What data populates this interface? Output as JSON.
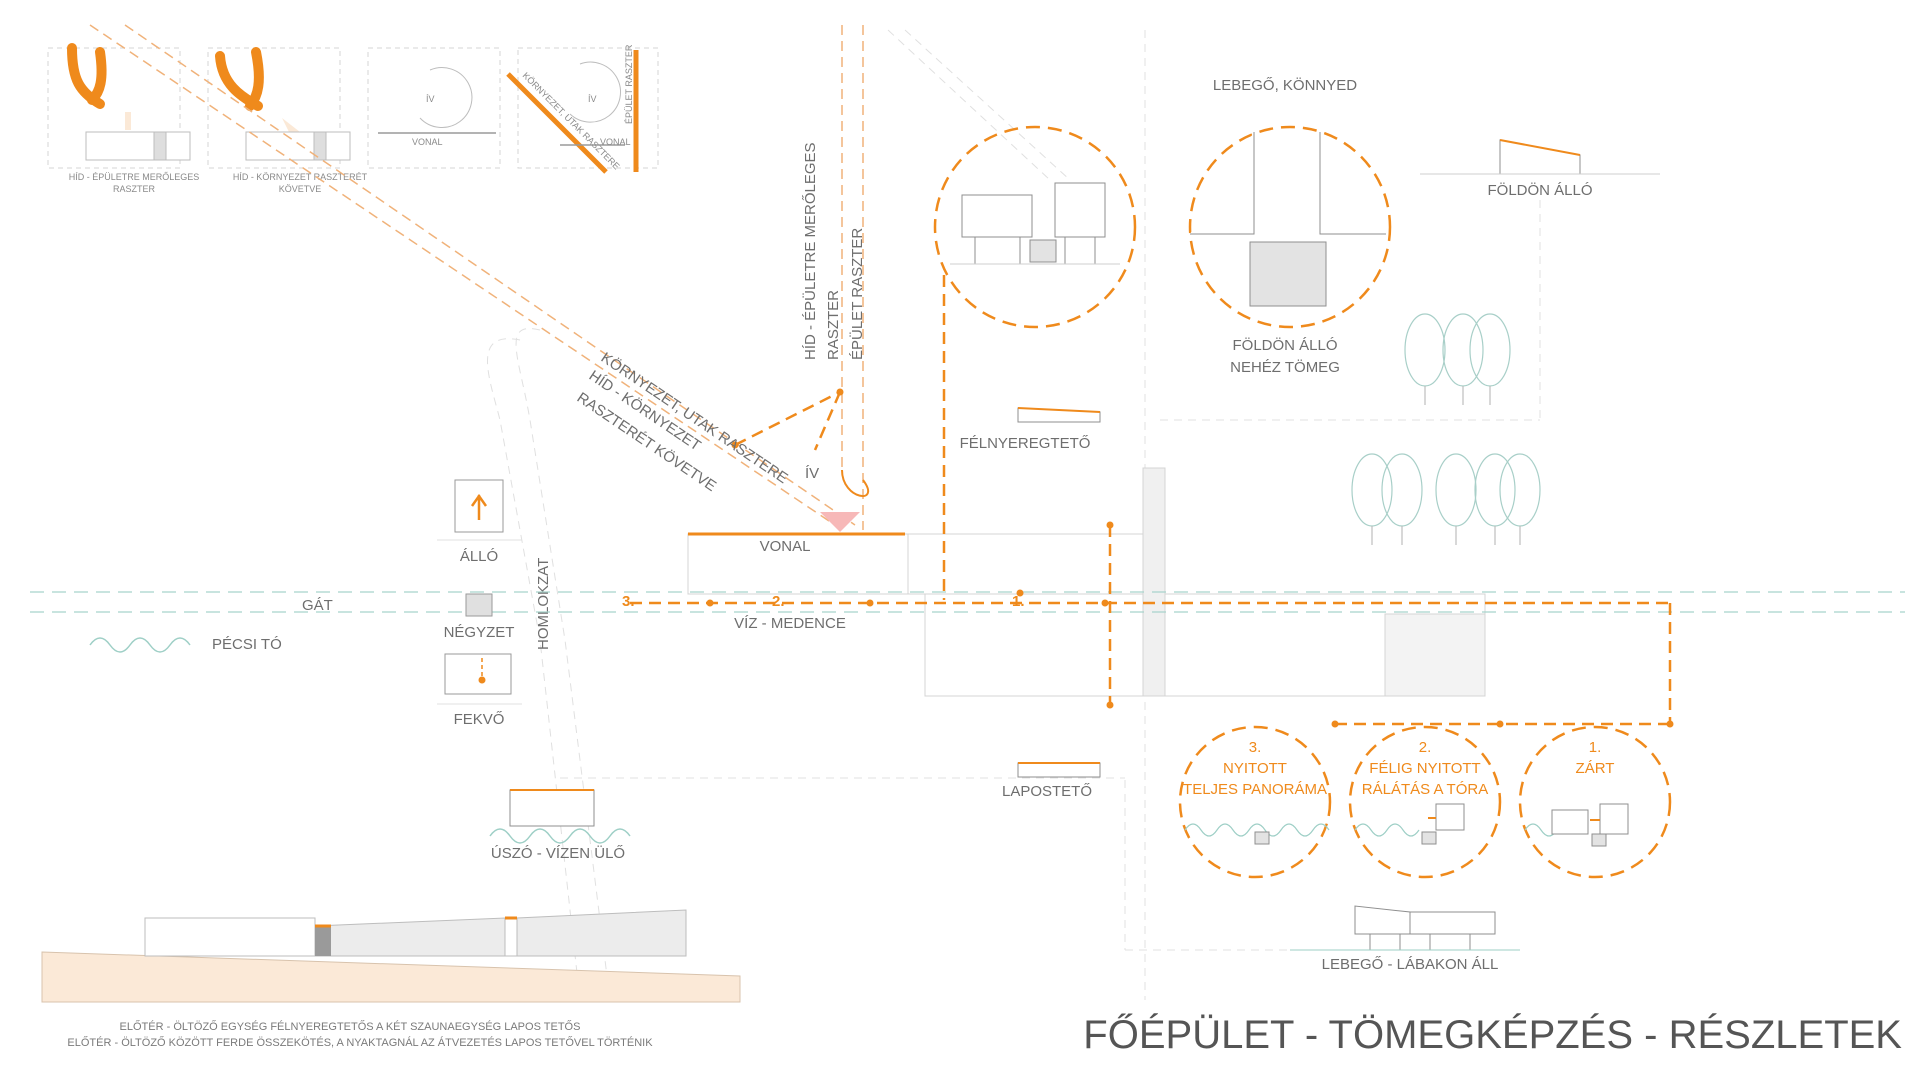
{
  "colors": {
    "accent": "#ef8a1c",
    "line": "#8f8f8f",
    "light_line": "#d6d6d6",
    "water": "#9ecfc6",
    "pink": "#f7b8b8",
    "sand": "#fbe9d7",
    "fill_grey": "#e3e3e3"
  },
  "title": "FŐÉPÜLET - TÖMEGKÉPZÉS - RÉSZLETEK",
  "thumbnails": {
    "t1": "HÍD - ÉPÜLETRE MERŐLEGES",
    "t1b": "RASZTER",
    "t2": "HÍD - KÖRNYEZET RASZTERÉT",
    "t2b": "KÖVETVE",
    "t3_iv": "ÍV",
    "t3": "VONAL",
    "t4_iv": "ÍV",
    "t4": "VONAL",
    "t4_diag": "KÖRNYEZET, UTAK RASZTERE",
    "t4_vert": "ÉPÜLET RASZTER"
  },
  "axes": {
    "v1": "HÍD - ÉPÜLETRE MERŐLEGES",
    "v1b": "RASZTER",
    "v2": "ÉPÜLET RASZTER",
    "d1": "KÖRNYEZET, UTAK RASZTERE",
    "d2": "HÍD - KÖRNYEZET",
    "d3": "RASZTERÉT KÖVETVE",
    "iv": "ÍV",
    "vonal": "VONAL",
    "homlokzat": "HOMLOKZAT"
  },
  "legend": {
    "allo": "ÁLLÓ",
    "negyzet": "NÉGYZET",
    "fekvo": "FEKVŐ",
    "gat": "GÁT",
    "pecsi_to": "PÉCSI TÓ"
  },
  "water": {
    "n3": "3.",
    "n2": "2.",
    "n1": "1.",
    "label": "VÍZ - MEDENCE"
  },
  "top_right": {
    "lebego": "LEBEGŐ, KÖNNYED",
    "foldon_allo": "FÖLDÖN ÁLLÓ",
    "heavy1": "FÖLDÖN ÁLLÓ",
    "heavy2": "NEHÉZ TÖMEG"
  },
  "roofs": {
    "half": "FÉLNYEREGTETŐ",
    "flat": "LAPOSTETŐ"
  },
  "openness": [
    {
      "num": "3.",
      "l1": "NYITOTT",
      "l2": "TELJES PANORÁMA"
    },
    {
      "num": "2.",
      "l1": "FÉLIG NYITOTT",
      "l2": "RÁLÁTÁS A TÓRA"
    },
    {
      "num": "1.",
      "l1": "ZÁRT",
      "l2": ""
    }
  ],
  "uszo": "ÚSZÓ - VÍZEN ÜLŐ",
  "lebego_labakon": "LEBEGŐ - LÁBAKON ÁLL",
  "notes": {
    "l1": "ELŐTÉR - ÖLTÖZŐ EGYSÉG FÉLNYEREGTETŐS A KÉT SZAUNAEGYSÉG LAPOS TETŐS",
    "l2": "ELŐTÉR - ÖLTÖZŐ KÖZÖTT FERDE ÖSSZEKÖTÉS,  A NYAKTAGNÁL AZ ÁTVEZETÉS LAPOS TETŐVEL TÖRTÉNIK"
  }
}
